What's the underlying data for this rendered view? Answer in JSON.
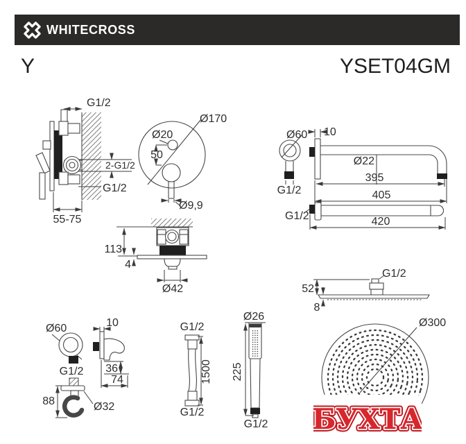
{
  "banner": {
    "brand": "WHITECROSS"
  },
  "header": {
    "series": "Y",
    "model": "YSET04GM"
  },
  "watermark": {
    "text": "БУХТА"
  },
  "colors": {
    "banner_bg": "#2b2a28",
    "line": "#3b3b3b",
    "watermark_red": "#d7262c"
  },
  "drawings": {
    "mixer_side": {
      "thread_top": "G1/2",
      "ports": "2-G1/2",
      "thread_bottom": "G1/2",
      "mount_depth": "55-75"
    },
    "mixer_front": {
      "plate_dia": "Ø170",
      "button_dia": "Ø20",
      "center_offset": "50",
      "lever_dia": "Ø9,9"
    },
    "arm_front": {
      "flange_dia": "Ø60",
      "thread": "G1/2"
    },
    "arm_side": {
      "wall_offset": "10",
      "tube_dia": "Ø22",
      "length_inner": "395",
      "length_outer": "405"
    },
    "arm_top": {
      "thread": "G1/2",
      "length": "420"
    },
    "trim": {
      "height": "113",
      "plate_gap": "4",
      "trim_dia": "Ø42"
    },
    "outlet": {
      "flange_dia": "Ø60",
      "thread": "G1/2",
      "height": "88",
      "escutcheon_dia": "Ø32"
    },
    "holder": {
      "wall_offset": "10",
      "height": "36",
      "depth": "74"
    },
    "hose": {
      "thread_top": "G1/2",
      "length": "1500",
      "thread_bottom": "G1/2"
    },
    "hand_shower": {
      "head_dia": "Ø26",
      "length": "225",
      "thread": "G1/2"
    },
    "head_shower": {
      "thread": "G1/2",
      "height": "52",
      "plate_edge": "8",
      "face_dia": "Ø300"
    }
  }
}
